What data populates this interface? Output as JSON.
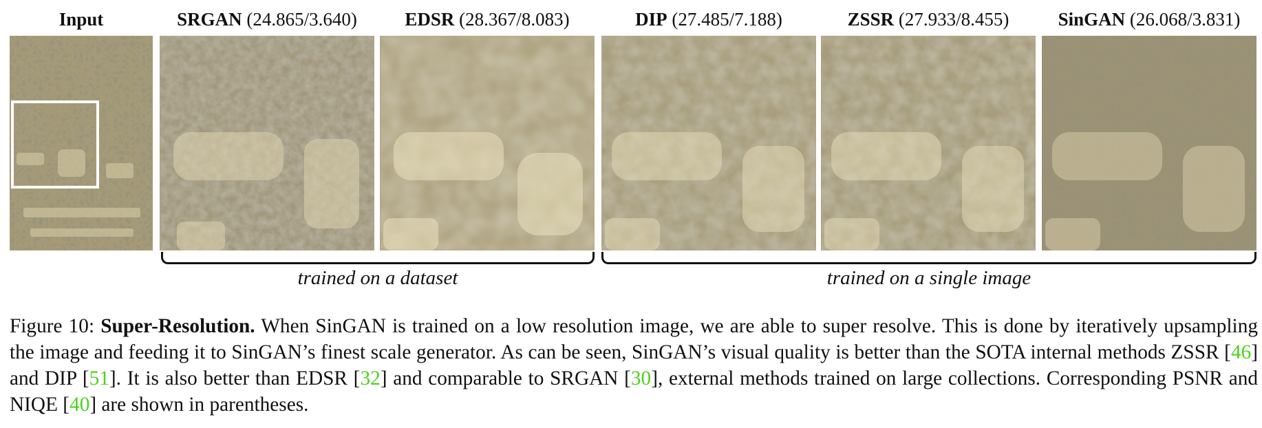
{
  "panels": [
    {
      "name": "Input",
      "scores": ""
    },
    {
      "name": "SRGAN",
      "scores": "(24.865/3.640)"
    },
    {
      "name": "EDSR",
      "scores": "(28.367/8.083)"
    },
    {
      "name": "DIP",
      "scores": "(27.485/7.188)"
    },
    {
      "name": "ZSSR",
      "scores": "(27.933/8.455)"
    },
    {
      "name": "SinGAN",
      "scores": "(26.068/3.831)"
    }
  ],
  "groups": {
    "dataset": "trained on a dataset",
    "single": "trained on a single image"
  },
  "caption": {
    "prefix": "Figure 10: ",
    "title": "Super-Resolution.",
    "s1": " When SinGAN is trained on a low resolution image, we are able to super resolve. This is done by iteratively upsampling the image and feeding it to SinGAN’s finest scale generator. As can be seen, SinGAN’s visual quality is better than the SOTA internal methods ZSSR [",
    "r46": "46",
    "s2": "] and DIP [",
    "r51": "51",
    "s3": "]. It is also better than EDSR [",
    "r32": "32",
    "s4": "] and comparable to SRGAN [",
    "r30": "30",
    "s5": "], external methods trained on large collections. Corresponding PSNR and NIQE [",
    "r40": "40",
    "s6": "] are shown in parentheses."
  },
  "colors": {
    "reference_link": "#4cd11f",
    "stone_dark": "#3f3a2c",
    "stone_mid": "#8c8364",
    "stone_light": "#cfc4a0"
  }
}
